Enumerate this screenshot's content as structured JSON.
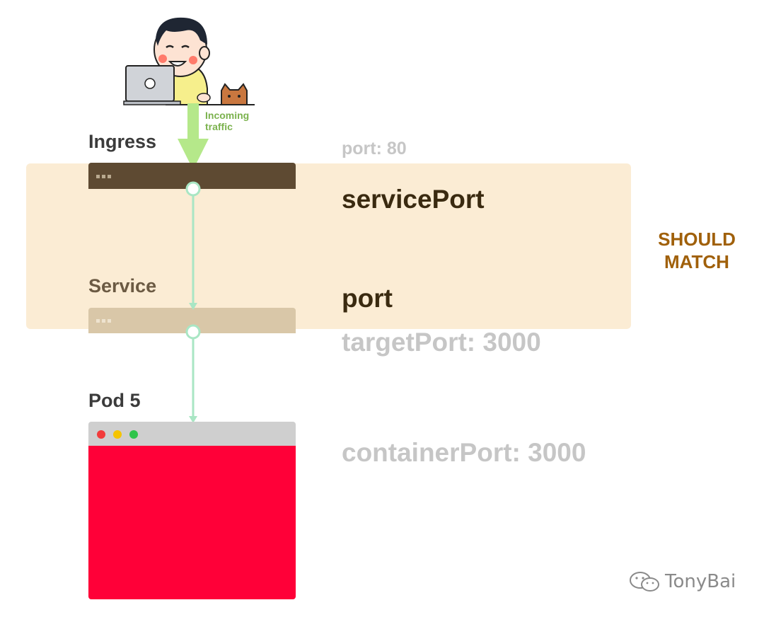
{
  "incoming": {
    "line1": "Incoming",
    "line2": "traffic"
  },
  "labels": {
    "ingress": "Ingress",
    "service": "Service",
    "pod": "Pod 5"
  },
  "ports": {
    "port_80": "port: 80",
    "service_port": "servicePort",
    "port": "port",
    "target_port": "targetPort: 3000",
    "container_port": "containerPort: 3000"
  },
  "should_match": {
    "line1": "SHOULD",
    "line2": "MATCH"
  },
  "watermark": "TonyBai",
  "colors": {
    "highlight": "#f8dfb7",
    "ingress_bar": "#5e4a32",
    "service_bar": "#d9c7a8",
    "pod_body": "#ff0038",
    "traffic_arrow": "#b5e88a",
    "flow_line": "#a9e6c4",
    "should_match": "#a0600a"
  }
}
